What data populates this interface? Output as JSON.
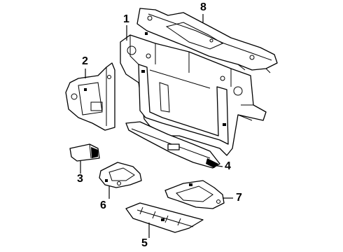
{
  "diagram": {
    "callouts": [
      {
        "id": "1",
        "label": "1",
        "part": "radiator-support"
      },
      {
        "id": "2",
        "label": "2",
        "part": "side-panel-bracket"
      },
      {
        "id": "3",
        "label": "3",
        "part": "small-bracket"
      },
      {
        "id": "4",
        "label": "4",
        "part": "lower-deflector"
      },
      {
        "id": "5",
        "label": "5",
        "part": "lower-splash-shield"
      },
      {
        "id": "6",
        "label": "6",
        "part": "left-splash-shield"
      },
      {
        "id": "7",
        "label": "7",
        "part": "right-splash-shield"
      },
      {
        "id": "8",
        "label": "8",
        "part": "upper-sight-shield"
      }
    ],
    "colors": {
      "line": "#000000",
      "background": "#ffffff"
    }
  }
}
